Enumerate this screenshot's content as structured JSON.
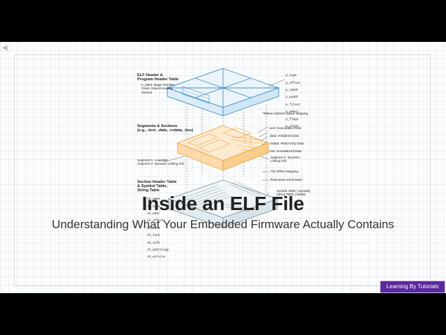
{
  "slide": {
    "title": "Inside an ELF File",
    "subtitle": "Understanding What Your Embedded Firmware Actually Contains"
  },
  "diagram": {
    "header_heading": "ELF Header &\nProgram Header Table",
    "header_detail": "e_ident: Magic Number,\nClass, Data Encoding,\nVersion",
    "program_fields": [
      "p_type",
      "p_offset",
      "p_vaddr",
      "p_paddr",
      "p_filesz",
      "p_memsz",
      "p_flags",
      "p_align"
    ],
    "vas_mapping": "Virtual Address Space Mapping",
    "segments_heading": "Segments & Sections\n(e.g., .text, .data, .rodata, .bss)",
    "section_items": [
      ".text: Executable Code",
      ".data: Initialized Data",
      ".rodata: Read-Only Data",
      ".bss: Uninitialized Data"
    ],
    "segment_left": "Segment 1: Loadable\nSegment 2: Dynamic Linking Info",
    "segment_right": "Segment 2: Dynamic\nLinking Info",
    "file_offset": "File Offset Mapping",
    "relocation": "Relocation Information",
    "section_table_heading": "Section Header Table\n& Symbol Table,\nString Table",
    "section_fields": [
      "sh_name",
      "sh_type",
      "sh_addr",
      "sh_offset",
      "sh_size",
      "sh_link",
      "sh_info",
      "sh_addralign",
      "sh_entsize"
    ],
    "symbol_table": "Symbol Table (.symtab),\nString Table (.strtab)"
  },
  "badge": {
    "label": "Learning By Tutorials"
  },
  "colors": {
    "blue": "#3f8fc8",
    "orange": "#f2a33a",
    "gray": "#7f9aa8",
    "badge": "#5b2a9c"
  },
  "icons": {
    "speaker": "speaker-icon"
  }
}
